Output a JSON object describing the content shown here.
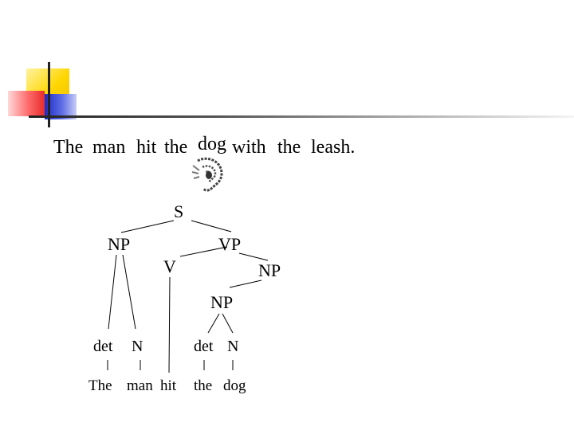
{
  "sentence": {
    "w1": "The",
    "w2": "man",
    "w3": "hit",
    "w4": "the",
    "w5": "dog",
    "w6": "with",
    "w7": "the",
    "w8": "leash."
  },
  "icons": {
    "speaker": "ear-icon"
  },
  "tree": {
    "s": "S",
    "np_subj": "NP",
    "vp": "VP",
    "v": "V",
    "np_pp": "NP",
    "np_obj": "NP",
    "det1": "det",
    "n1": "N",
    "det2": "det",
    "n2": "N",
    "word_the1": "The",
    "word_man": "man",
    "word_hit": "hit",
    "word_the2": "the",
    "word_dog": "dog"
  }
}
